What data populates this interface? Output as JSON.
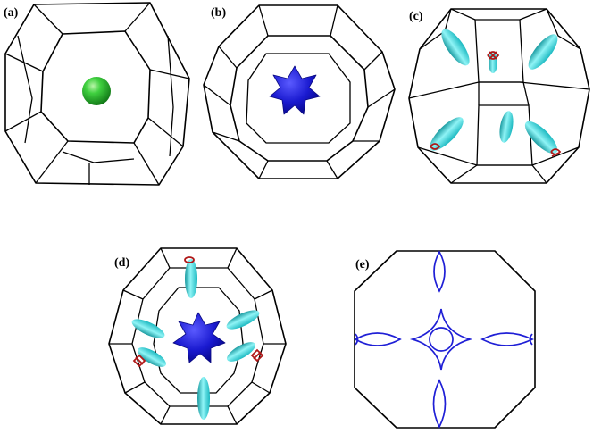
{
  "figure": {
    "panels": [
      {
        "id": "a",
        "label": "(a)"
      },
      {
        "id": "b",
        "label": "(b)"
      },
      {
        "id": "c",
        "label": "(c)"
      },
      {
        "id": "d",
        "label": "(d)"
      },
      {
        "id": "e",
        "label": "(e)"
      }
    ],
    "colors": {
      "wireframe": "#000000",
      "sphere": "#22b522",
      "star_surface": "#1616c8",
      "electron_pocket": "#3ed8dc",
      "pocket_tip": "#b01818",
      "contour": "#1f1fd6"
    }
  }
}
